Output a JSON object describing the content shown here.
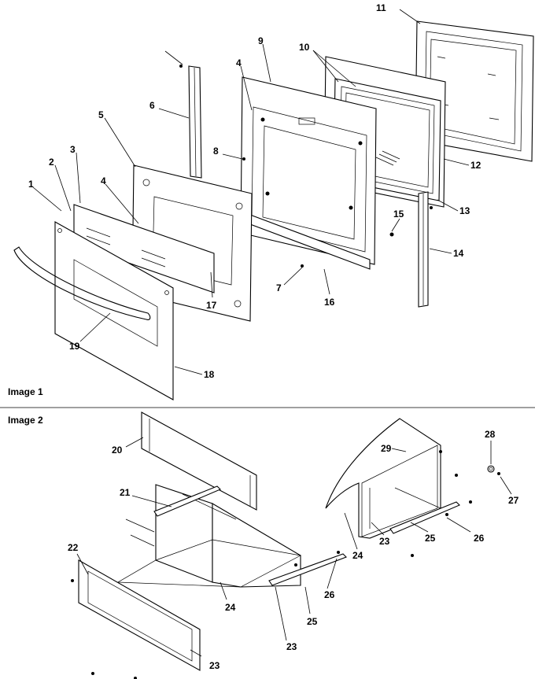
{
  "captions": {
    "image1": "Image 1",
    "image2": "Image 2"
  },
  "callouts": {
    "c1": "1",
    "c2": "2",
    "c3": "3",
    "c4a": "4",
    "c4b": "4",
    "c5": "5",
    "c6": "6",
    "c7": "7",
    "c8": "8",
    "c9": "9",
    "c10": "10",
    "c11": "11",
    "c12": "12",
    "c13": "13",
    "c14": "14",
    "c15": "15",
    "c16": "16",
    "c17": "17",
    "c18": "18",
    "c19": "19",
    "c20": "20",
    "c21": "21",
    "c22": "22",
    "c23a": "23",
    "c23b": "23",
    "c23c": "23",
    "c24a": "24",
    "c24b": "24",
    "c25a": "25",
    "c25b": "25",
    "c26a": "26",
    "c26b": "26",
    "c27": "27",
    "c28": "28",
    "c29": "29"
  }
}
